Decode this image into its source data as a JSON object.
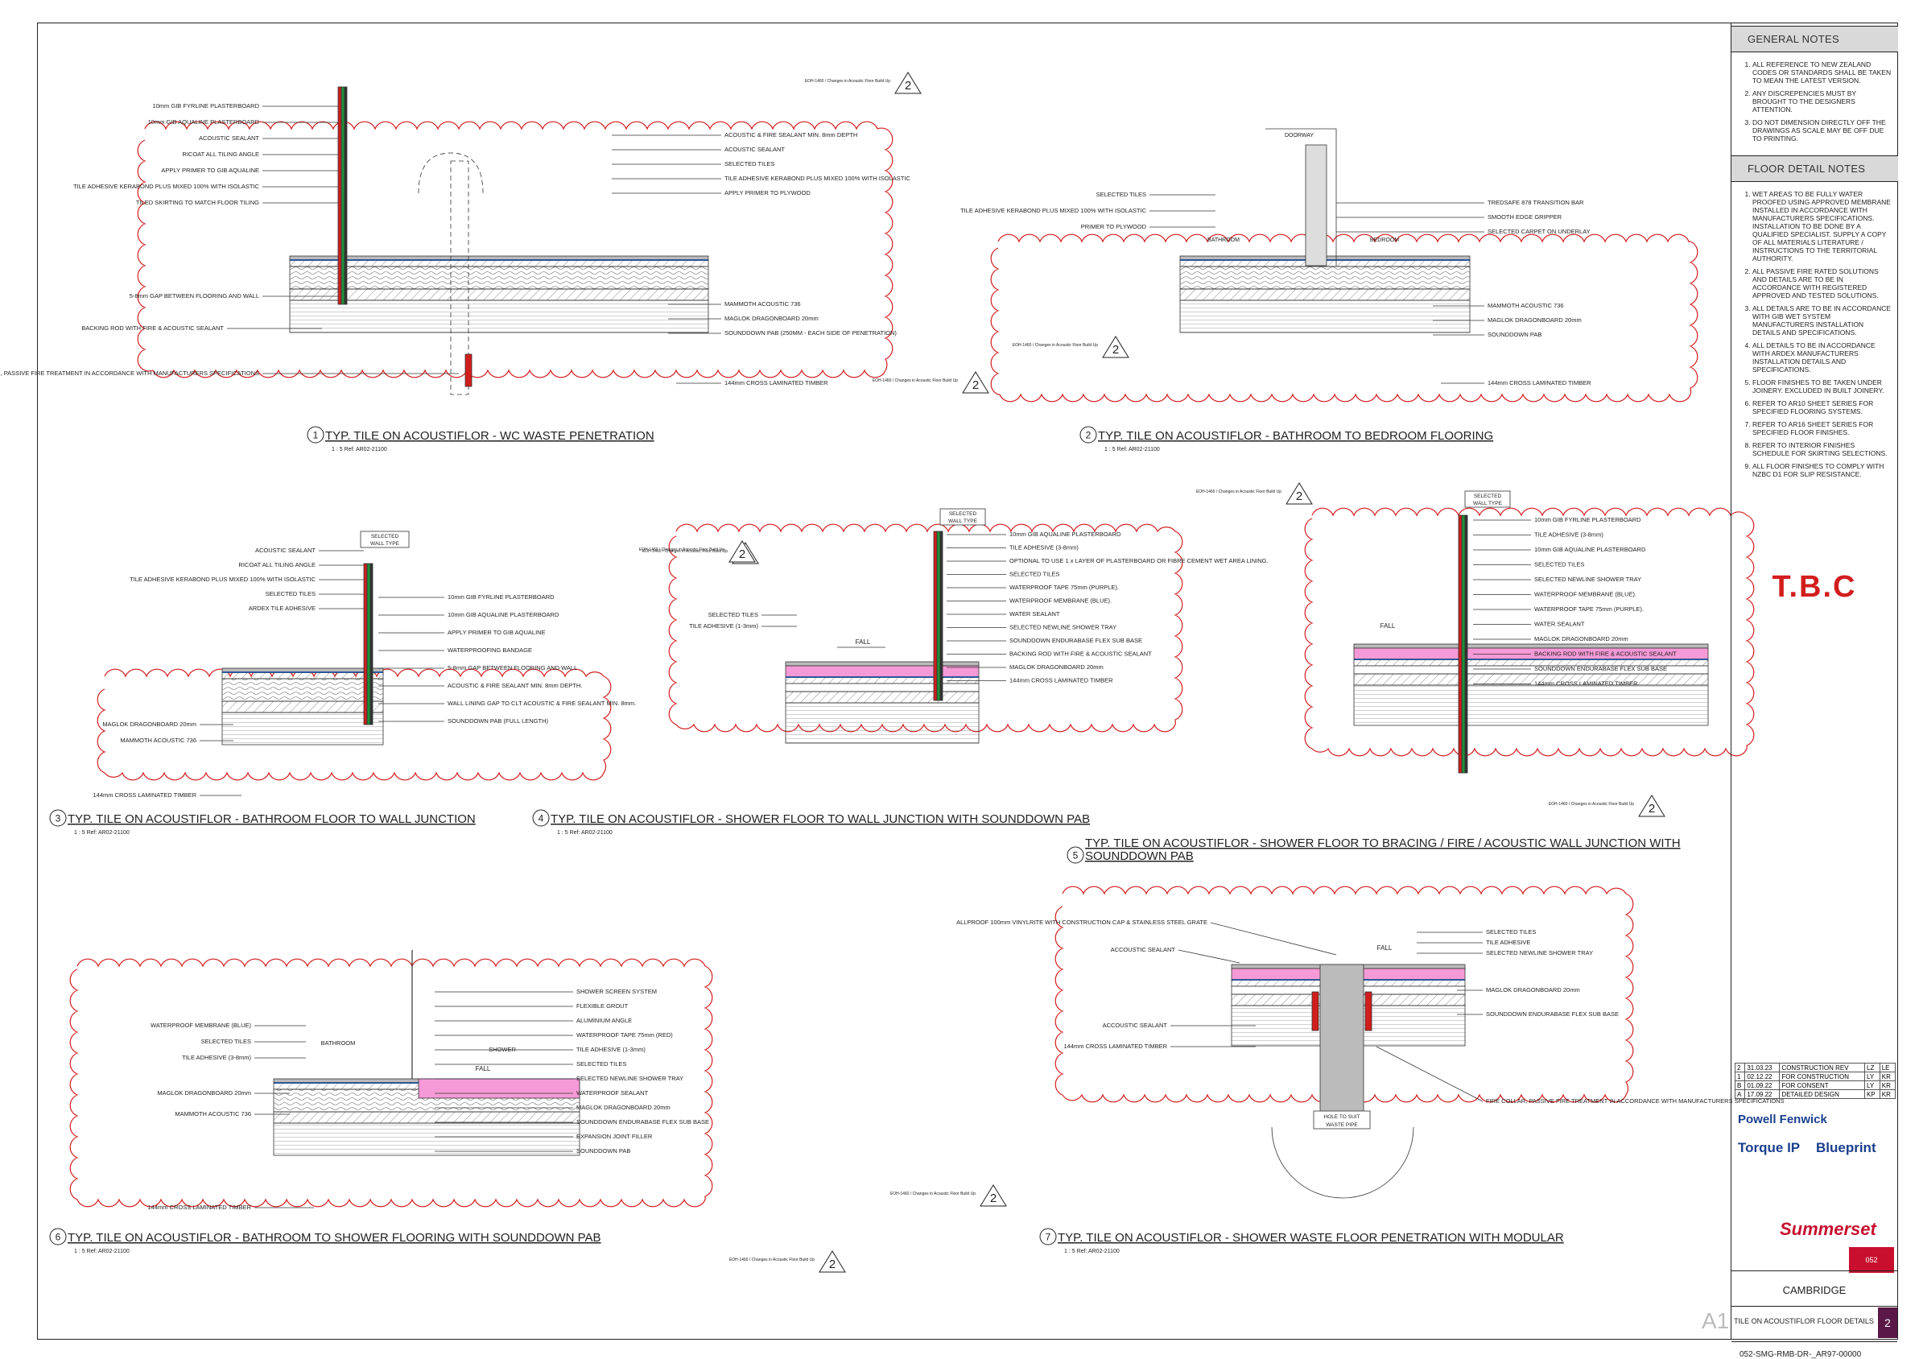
{
  "details": [
    {
      "num": "1",
      "title": "TYP. TILE ON ACOUSTIFLOR - WC WASTE PENETRATION",
      "scale": "1 : 5   Ref: AR02-21100"
    },
    {
      "num": "2",
      "title": "TYP. TILE ON ACOUSTIFLOR - BATHROOM TO BEDROOM FLOORING",
      "scale": "1 : 5   Ref: AR02-21100"
    },
    {
      "num": "3",
      "title": "TYP. TILE ON ACOUSTIFLOR - BATHROOM FLOOR TO WALL JUNCTION",
      "scale": "1 : 5   Ref: AR02-21100"
    },
    {
      "num": "4",
      "title": "TYP. TILE ON ACOUSTIFLOR - SHOWER FLOOR TO WALL JUNCTION WITH SOUNDDOWN PAB",
      "scale": "1 : 5   Ref: AR02-21100"
    },
    {
      "num": "5",
      "title1": "TYP. TILE ON ACOUSTIFLOR - SHOWER FLOOR TO BRACING / FIRE / ACOUSTIC WALL JUNCTION WITH",
      "title2": "SOUNDDOWN PAB"
    },
    {
      "num": "6",
      "title": "TYP. TILE ON ACOUSTIFLOR - BATHROOM TO SHOWER FLOORING WITH SOUNDDOWN PAB",
      "scale": "1 : 5   Ref: AR02-21100"
    },
    {
      "num": "7",
      "title": "TYP. TILE ON ACOUSTIFLOR - SHOWER WASTE FLOOR PENETRATION WITH MODULAR",
      "scale": "1 : 5   Ref: AR02-21100"
    }
  ],
  "d1_labels": [
    "10mm GIB FYRLINE PLASTERBOARD",
    "10mm GIB AQUALINE PLASTERBOARD",
    "ACOUSTIC SEALANT",
    "RICOAT ALL TILING ANGLE",
    "APPLY PRIMER TO GIB AQUALINE",
    "TILE ADHESIVE KERABOND PLUS MIXED 100% WITH ISOLASTIC",
    "TILED SKIRTING TO MATCH FLOOR TILING",
    "5-8mm GAP BETWEEN FLOORING AND WALL",
    "BACKING ROD WITH FIRE & ACOUSTIC SEALANT",
    "FIRE COLLAR, PASSIVE FIRE TREATMENT IN ACCORDANCE WITH MANUFACTURERS SPECIFICATIONS"
  ],
  "d1_right": [
    "ACOUSTIC & FIRE SEALANT MIN. 8mm DEPTH",
    "ACOUSTIC SEALANT",
    "SELECTED TILES",
    "TILE ADHESIVE KERABOND PLUS MIXED 100% WITH ISOLASTIC",
    "APPLY PRIMER TO PLYWOOD",
    "MAMMOTH ACOUSTIC 736",
    "MAGLOK DRAGONBOARD 20mm",
    "SOUNDDOWN PAB (250MM - EACH SIDE OF PENETRATION)",
    "144mm CROSS LAMINATED TIMBER"
  ],
  "d2_left": [
    "SELECTED TILES",
    "TILE ADHESIVE KERABOND PLUS MIXED 100% WITH ISOLASTIC",
    "PRIMER TO PLYWOOD"
  ],
  "d2_right": [
    "TREDSAFE 878 TRANSITION BAR",
    "SMOOTH EDGE GRIPPER",
    "SELECTED CARPET ON UNDERLAY",
    "MAMMOTH ACOUSTIC 736",
    "MAGLOK DRAGONBOARD 20mm",
    "SOUNDDOWN PAB",
    "144mm CROSS LAMINATED TIMBER"
  ],
  "d2_rooms": [
    "DOORWAY",
    "BATHROOM",
    "BEDROOM"
  ],
  "d3_left": [
    "ACOUSTIC SEALANT",
    "RICOAT ALL TILING ANGLE",
    "TILE ADHESIVE KERABOND PLUS MIXED 100% WITH ISOLASTIC",
    "SELECTED TILES",
    "ARDEX TILE ADHESIVE",
    "MAGLOK DRAGONBOARD 20mm",
    "MAMMOTH ACOUSTIC 736",
    "144mm CROSS LAMINATED TIMBER"
  ],
  "d3_right": [
    "10mm GIB FYRLINE PLASTERBOARD",
    "10mm GIB AQUALINE PLASTERBOARD",
    "APPLY PRIMER TO GIB AQUALINE",
    "WATERPROOFING BANDAGE",
    "5-8mm GAP BETWEEN FLOORING AND WALL",
    "ACOUSTIC & FIRE SEALANT MIN. 8mm DEPTH.",
    "WALL LINING GAP TO CLT ACOUSTIC & FIRE SEALANT MIN. 8mm.",
    "SOUNDDOWN PAB (FULL LENGTH)"
  ],
  "d4_right": [
    "10mm GIB AQUALINE PLASTERBOARD",
    "TILE ADHESIVE (3-8mm)",
    "OPTIONAL TO USE 1 x LAYER OF PLASTERBOARD OR FIBRE CEMENT WET AREA LINING.",
    "SELECTED TILES",
    "WATERPROOF TAPE 75mm (PURPLE).",
    "WATERPROOF MEMBRANE (BLUE).",
    "WATER SEALANT",
    "SELECTED NEWLINE SHOWER TRAY",
    "SOUNDDOWN ENDURABASE FLEX SUB BASE",
    "BACKING ROD WITH FIRE & ACOUSTIC SEALANT",
    "MAGLOK DRAGONBOARD 20mm",
    "144mm CROSS LAMINATED TIMBER"
  ],
  "d4_left": [
    "SELECTED TILES",
    "TILE ADHESIVE (1-3mm)"
  ],
  "d5_right": [
    "10mm GIB FYRLINE PLASTERBOARD",
    "TILE ADHESIVE (3-8mm)",
    "10mm GIB AQUALINE PLASTERBOARD",
    "SELECTED TILES",
    "SELECTED NEWLINE SHOWER TRAY",
    "WATERPROOF MEMBRANE (BLUE).",
    "WATERPROOF TAPE 75mm (PURPLE).",
    "WATER SEALANT",
    "MAGLOK DRAGONBOARD 20mm",
    "BACKING ROD WITH FIRE & ACOUSTIC SEALANT",
    "SOUNDDOWN ENDURABASE FLEX SUB BASE",
    "144mm CROSS LAMINATED TIMBER"
  ],
  "d6_left": [
    "WATERPROOF MEMBRANE (BLUE)",
    "SELECTED TILES",
    "TILE ADHESIVE (3-8mm)",
    "MAGLOK DRAGONBOARD 20mm",
    "MAMMOTH ACOUSTIC 736",
    "144mm CROSS LAMINATED TIMBER"
  ],
  "d6_right": [
    "SHOWER SCREEN SYSTEM",
    "FLEXIBLE GROUT",
    "ALUMINIUM ANGLE",
    "WATERPROOF TAPE 75mm (RED)",
    "TILE ADHESIVE (1-3mm)",
    "SELECTED TILES",
    "SELECTED NEWLINE SHOWER TRAY",
    "WATERPROOF SEALANT",
    "MAGLOK DRAGONBOARD 20mm",
    "SOUNDDOWN ENDURABASE FLEX SUB BASE",
    "EXPANSION JOINT FILLER",
    "SOUNDDOWN PAB"
  ],
  "d6_rooms": [
    "BATHROOM",
    "SHOWER"
  ],
  "d7_left": [
    "ALLPROOF 100mm VINYLRITE WITH CONSTRUCTION CAP & STAINLESS STEEL GRATE",
    "ACCOUSTIC SEALANT",
    "ACCOUSTIC SEALANT",
    "144mm CROSS LAMINATED TIMBER"
  ],
  "d7_right": [
    "SELECTED TILES",
    "TILE ADHESIVE",
    "SELECTED NEWLINE SHOWER TRAY",
    "MAGLOK DRAGONBOARD 20mm",
    "SOUNDDOWN ENDURABASE FLEX SUB BASE",
    "FIRE COLLAR, PASSIVE FIRE TREATMENT IN ACCORDANCE WITH MANUFACTURERS SPECIFICATIONS"
  ],
  "d7_pipe": [
    "HOLE TO SUIT",
    "WASTE PIPE"
  ],
  "common": {
    "fall": "FALL",
    "selected": "SELECTED",
    "wall_type": "WALL TYPE",
    "cloud_ref": "EOH-1460 / Changes in Acoustic Floor Build Up",
    "rev_tag": "2"
  },
  "title_block": {
    "general_notes_head": "GENERAL NOTES",
    "general_notes": [
      "ALL REFERENCE TO NEW ZEALAND CODES OR STANDARDS SHALL BE TAKEN TO MEAN THE LATEST VERSION.",
      "ANY DISCREPENCIES MUST BY BROUGHT TO THE DESIGNERS ATTENTION.",
      "DO NOT DIMENSION DIRECTLY OFF THE DRAWINGS AS SCALE MAY BE OFF DUE TO PRINTING."
    ],
    "floor_notes_head": "FLOOR DETAIL NOTES",
    "floor_notes": [
      "WET AREAS TO BE FULLY WATER PROOFED USING APPROVED MEMBRANE INSTALLED IN ACCORDANCE WITH MANUFACTURERS SPECIFICATIONS. INSTALLATION TO BE DONE BY A QUALIFIED SPECIALIST. SUPPLY A COPY OF ALL MATERIALS LITERATURE / INSTRUCTIONS TO THE TERRITORIAL AUTHORITY.",
      "ALL PASSIVE FIRE RATED SOLUTIONS AND DETAILS ARE TO BE IN ACCORDANCE WITH REGISTERED APPROVED AND TESTED SOLUTIONS.",
      "ALL DETAILS ARE TO BE IN ACCORDANCE WITH GIB WET SYSTEM MANUFACTURERS INSTALLATION DETAILS AND SPECIFICATIONS.",
      "ALL DETAILS TO BE IN ACCORDANCE WITH ARDEX MANUFACTURERS INSTALLATION DETAILS AND SPECIFICATIONS.",
      "FLOOR FINISHES TO BE TAKEN UNDER JOINERY. EXCLUDED IN BUILT JOINERY.",
      "REFER TO AR10 SHEET SERIES FOR SPECIFIED FLOORING SYSTEMS.",
      "REFER TO AR16 SHEET SERIES FOR SPECIFIED FLOOR FINISHES.",
      "REFER TO INTERIOR FINISHES SCHEDULE FOR SKIRTING SELECTIONS.",
      "ALL FLOOR FINISHES TO COMPLY WITH NZBC D1 FOR SLIP RESISTANCE."
    ],
    "tbc": "T.B.C",
    "revisions": [
      [
        "2",
        "31.03.23",
        "CONSTRUCTION REV",
        "LZ",
        "LE"
      ],
      [
        "1",
        "02.12.22",
        "FOR CONSTRUCTION",
        "LY",
        "KR"
      ],
      [
        "B",
        "01.09.22",
        "FOR CONSENT",
        "LY",
        "KR"
      ],
      [
        "A",
        "17.09.22",
        "DETAILED DESIGN",
        "KP",
        "KR"
      ]
    ],
    "logos": {
      "powell": "Powell Fenwick",
      "torque": "Torque IP",
      "blueprint": "Blueprint",
      "summerset": "Summerset"
    },
    "project": "CAMBRIDGE",
    "project_no": "052",
    "sheet_title": "TILE ON ACOUSTIFLOR FLOOR DETAILS",
    "drawing_no": "052-SMG-RMB-DR-_AR97-00000",
    "rev": "2",
    "size": "A1",
    "colors": {
      "red": "#d21d1d",
      "grey_head": "#d9d9d9",
      "pink": "#f59ad6",
      "green": "#1f8f3a",
      "blue": "#2b6fd8"
    }
  }
}
